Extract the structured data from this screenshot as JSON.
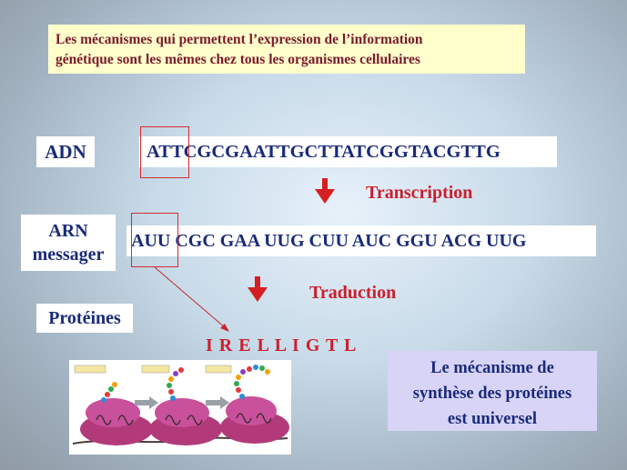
{
  "intro": {
    "line1": "Les mécanismes qui permettent l’expression de l’information",
    "line2": "génétique sont les mêmes chez tous les organismes cellulaires"
  },
  "dna": {
    "label": "ADN",
    "sequence": "ATTCGCGAATTGCTTATCGGTACGTTG"
  },
  "transcription": {
    "label": "Transcription"
  },
  "rna": {
    "label_line1": "ARN",
    "label_line2": "messager",
    "sequence": "AUU CGC GAA UUG CUU AUC GGU ACG UUG"
  },
  "translation": {
    "label": "Traduction"
  },
  "protein": {
    "label": "Protéines",
    "sequence": "I R E L L I G T L"
  },
  "conclusion": {
    "line1": "Le mécanisme de",
    "line2": "synthèse des protéines",
    "line3": "est universel"
  },
  "colors": {
    "accent": "#cc1f2e",
    "label_text": "#1a2a7a",
    "intro_text": "#7b1a2d",
    "intro_bg": "#ffffcc",
    "conclusion_bg": "#d8d4f6"
  }
}
